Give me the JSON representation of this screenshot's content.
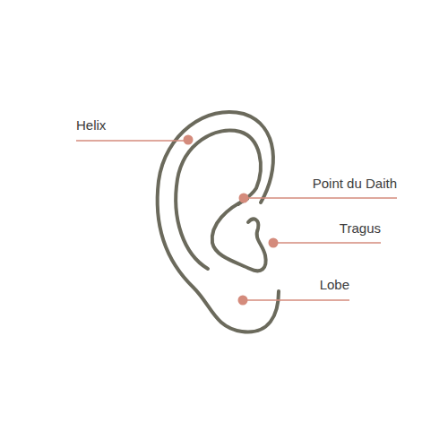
{
  "diagram": {
    "labels": [
      "Helix",
      "Point du Daith",
      "Tragus",
      "Lobe"
    ]
  }
}
